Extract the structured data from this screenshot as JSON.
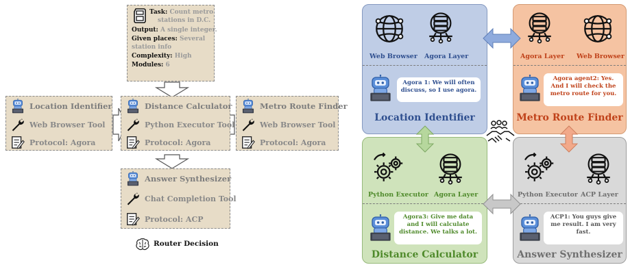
{
  "router": {
    "task": {
      "task_label": "Task:",
      "task_value_1": "Count metro",
      "task_value_2": "stations in D.C.",
      "output_label": "Output:",
      "output_value": "A single integer.",
      "places_label": "Given places:",
      "places_value_1": "Several",
      "places_value_2": "station info",
      "complexity_label": "Complexity:",
      "complexity_value": "High",
      "modules_label": "Modules:",
      "modules_value": "6"
    },
    "agents": {
      "location": {
        "name": "Location Identifier",
        "tool": "Web Browser Tool",
        "protocol": "Protocol: Agora"
      },
      "distance": {
        "name": "Distance Calculator",
        "tool": "Python Executor Tool",
        "protocol": "Protocol: Agora"
      },
      "metro": {
        "name": "Metro Route Finder",
        "tool": "Web Browser Tool",
        "protocol": "Protocol: Agora"
      },
      "answer": {
        "name": "Answer Synthesizer",
        "tool": "Chat  Completion Tool",
        "protocol": "Protocol: ACP"
      }
    },
    "caption": "Router Decision"
  },
  "agents": {
    "location": {
      "title": "Location Identifier",
      "tool_1": "Web Browser",
      "tool_2": "Agora Layer",
      "message_1": "Agora 1: We will often",
      "message_2": "discuss, so I use agora."
    },
    "metro": {
      "title": "Metro Route Finder",
      "tool_1": "Agora Layer",
      "tool_2": "Web Browser",
      "message_1": "Agora agent2: Yes.",
      "message_2": "And I will check the",
      "message_3": "metro route for you."
    },
    "distance": {
      "title": "Distance Calculator",
      "tool_1": "Python Executor",
      "tool_2": "Agora Layer",
      "message_1": "Agora3: Give me data",
      "message_2": "and I will calculate",
      "message_3": "distance. We talks a lot."
    },
    "answer": {
      "title": "Answer Synthesizer",
      "tool_1": "Python Executor",
      "tool_2": "ACP Layer",
      "message_1": "ACP1: You guys give",
      "message_2": "me result. I am very",
      "message_3": "fast."
    }
  },
  "colors": {
    "blue_title": "#2f4f8f",
    "orange_title": "#c0421a",
    "green_title": "#4f8a2b",
    "gray_title": "#6f6f6f"
  }
}
